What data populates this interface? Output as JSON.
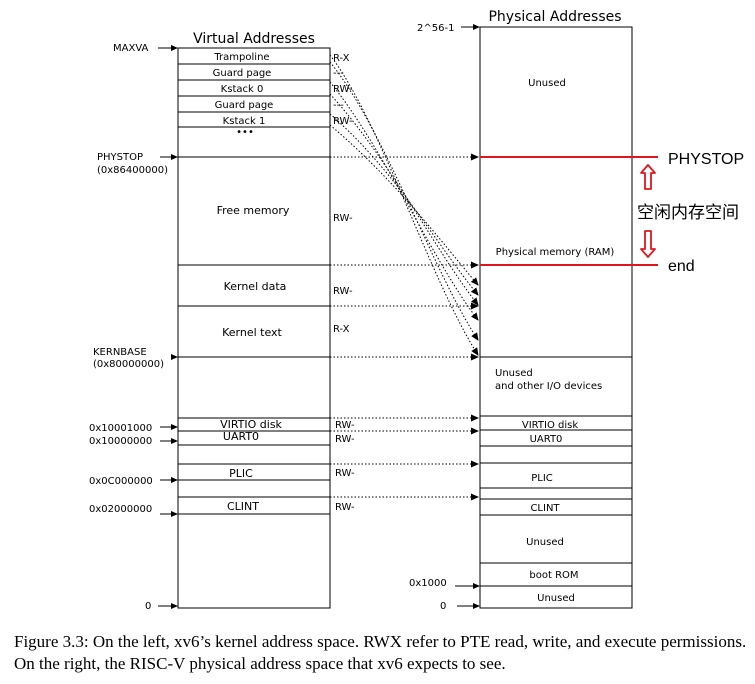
{
  "virtual": {
    "title": "Virtual Addresses",
    "regions": {
      "trampoline": "Trampoline",
      "guard_page_1": "Guard page",
      "kstack0": "Kstack 0",
      "guard_page_2": "Guard page",
      "kstack1": "Kstack 1",
      "ellipsis": "•••",
      "free_memory": "Free memory",
      "kernel_data": "Kernel data",
      "kernel_text": "Kernel text",
      "virtio": "VIRTIO disk",
      "uart": "UART0",
      "plic": "PLIC",
      "clint": "CLINT"
    },
    "perms": {
      "trampoline": "R-X",
      "guard_page_1": "---",
      "kstack0": "RW-",
      "guard_page_2": "---",
      "kstack1": "RW-",
      "free_memory": "RW-",
      "kernel_data": "RW-",
      "kernel_text": "R-X",
      "virtio": "RW-",
      "uart": "RW-",
      "plic": "RW-",
      "clint": "RW-"
    },
    "addresses": {
      "maxva": "MAXVA",
      "phystop": "PHYSTOP",
      "phystop_value": "(0x86400000)",
      "kernbase": "KERNBASE",
      "kernbase_value": "(0x80000000)",
      "virtio": "0x10001000",
      "uart": "0x10000000",
      "plic": "0x0C000000",
      "clint": "0x02000000",
      "zero": "0"
    }
  },
  "physical": {
    "title": "Physical Addresses",
    "regions": {
      "unused_top": "Unused",
      "ram": "Physical memory (RAM)",
      "io_line1": "Unused",
      "io_line2": "and other I/O devices",
      "virtio": "VIRTIO disk",
      "uart": "UART0",
      "plic": "PLIC",
      "clint": "CLINT",
      "unused_low": "Unused",
      "boot_rom": "boot ROM",
      "unused_bottom": "Unused"
    },
    "addresses": {
      "top": "2^56-1",
      "boot": "0x1000",
      "zero": "0"
    }
  },
  "annotation": {
    "phystop": "PHYSTOP",
    "free_space": "空闲内存空间",
    "end": "end",
    "color": "#e0161e"
  },
  "caption": "Figure 3.3: On the left, xv6’s kernel address space. RWX refer to PTE read, write, and execute permissions. On the right, the RISC-V physical address space that xv6 expects to see."
}
